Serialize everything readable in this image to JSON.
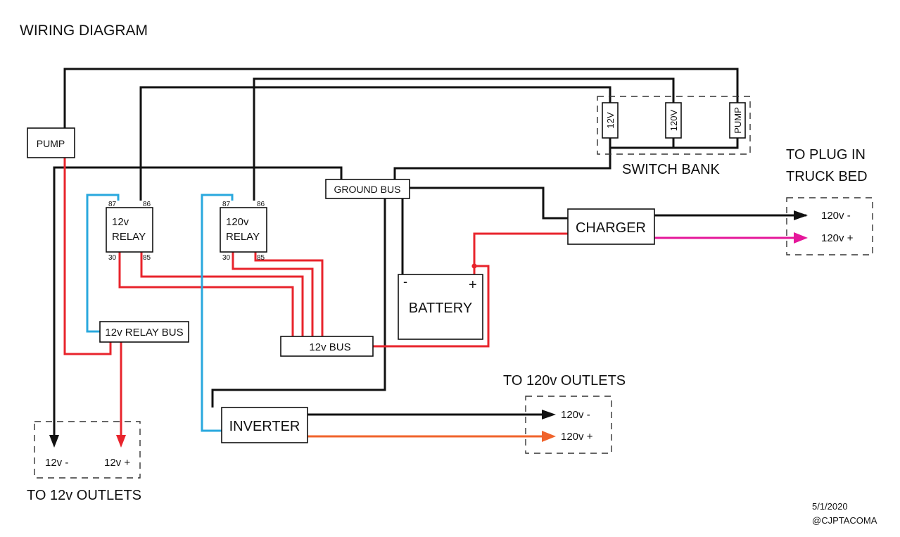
{
  "title": "WIRING DIAGRAM",
  "colors": {
    "black": "#111111",
    "red": "#e8242c",
    "blue": "#29a8de",
    "magenta": "#e5179a",
    "orange": "#f0632b"
  },
  "components": {
    "pump": "PUMP",
    "ground_bus": "GROUND BUS",
    "charger": "CHARGER",
    "battery": "BATTERY",
    "battery_minus": "-",
    "battery_plus": "+",
    "relay_bus_12v": "12v RELAY BUS",
    "bus_12v": "12v BUS",
    "inverter": "INVERTER"
  },
  "relay_12v": {
    "line1": "12v",
    "line2": "RELAY",
    "pin87": "87",
    "pin86": "86",
    "pin30": "30",
    "pin85": "85"
  },
  "relay_120v": {
    "line1": "120v",
    "line2": "RELAY",
    "pin87": "87",
    "pin86": "86",
    "pin30": "30",
    "pin85": "85"
  },
  "switch_bank": {
    "label": "SWITCH BANK",
    "switches": [
      "12V",
      "120V",
      "PUMP"
    ]
  },
  "truck_bed": {
    "label_line1": "TO PLUG IN",
    "label_line2": "TRUCK BED",
    "neg": "120v -",
    "pos": "120v +"
  },
  "outlets_120v": {
    "label": "TO 120v OUTLETS",
    "neg": "120v -",
    "pos": "120v +"
  },
  "outlets_12v": {
    "label": "TO 12v OUTLETS",
    "neg": "12v -",
    "pos": "12v +"
  },
  "footer": {
    "date": "5/1/2020",
    "handle": "@CJPTACOMA"
  }
}
